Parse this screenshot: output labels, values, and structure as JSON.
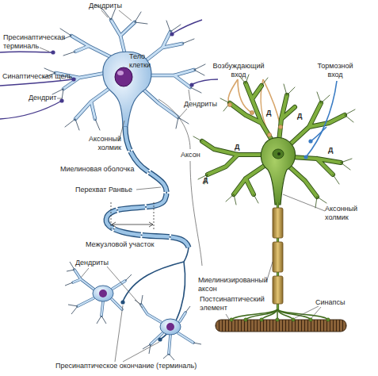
{
  "diagram": {
    "labels": [
      "Дендриты",
      "Пресинаптическая терминаль",
      "Тело клетки",
      "Синаптическая щель",
      "Дендрит",
      "Дендриты",
      "Возбуждающий вход",
      "Тормозной вход",
      "Д",
      "Д",
      "Д",
      "Д",
      "Д",
      "Аксонный холмик",
      "Аксонный холмик",
      "Миелиновая оболочка",
      "Перехват Ранвье",
      "Аксон",
      "Межузловой участок",
      "Дендриты",
      "Миелинизированный аксон",
      "Постсинаптический элемент",
      "Синапсы",
      "Пресинаптическое окончание (терминаль)"
    ]
  }
}
